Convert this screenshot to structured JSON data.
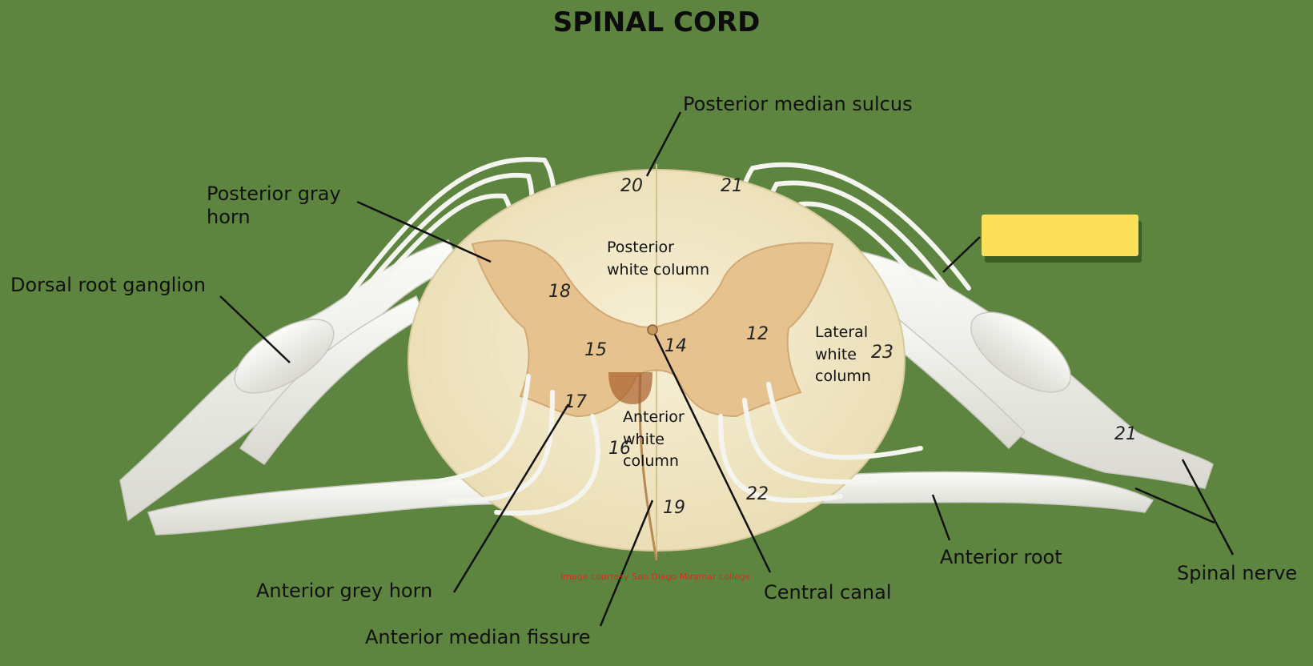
{
  "title": "SPINAL CORD",
  "labels": {
    "posterior_median_sulcus": "Posterior median sulcus",
    "posterior_gray_horn": "Posterior gray\nhorn",
    "dorsal_root_ganglion": "Dorsal root ganglion",
    "posterior_white_column": "Posterior\nwhite column",
    "lateral_white_column": "Lateral\nwhite\ncolumn",
    "anterior_white_column": "Anterior\nwhite\ncolumn",
    "anterior_grey_horn": "Anterior grey  horn",
    "anterior_median_fissure": "Anterior median fissure",
    "central_canal": "Central canal",
    "anterior_root": "Anterior root",
    "spinal_nerve": "Spinal nerve"
  },
  "model_numbers": {
    "n20": "20",
    "n21a": "21",
    "n18": "18",
    "n15": "15",
    "n14": "14",
    "n12": "12",
    "n23": "23",
    "n17": "17",
    "n16": "16",
    "n19": "19",
    "n22": "22",
    "n21b": "21"
  },
  "credit": "Image courtesy San Diego Miramar college",
  "colors": {
    "background": "#5e8540",
    "white_matter": "#f0e6c4",
    "grey_matter": "#e6c38e",
    "nerve": "#eeeeea",
    "label_box": "#fde05a",
    "credit_text": "#d03020"
  }
}
